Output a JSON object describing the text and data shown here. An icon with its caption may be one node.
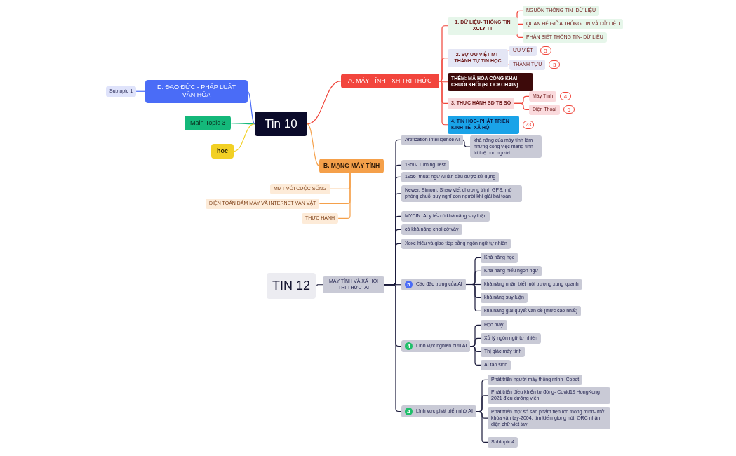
{
  "diagram": {
    "nodes": [
      {
        "text": [
          "Tin 10"
        ]
      },
      {
        "text": [
          "A. MÁY TÍNH - XH TRI THỨC"
        ]
      },
      {
        "text": [
          "1. DỮ LIỆU- THÔNG TIN XULY TT"
        ]
      },
      {
        "text": [
          "NGUỒN THÔNG TIN- DỮ LIỆU"
        ]
      },
      {
        "text": [
          "QUAN HỆ GIỮA THÔNG TIN VÀ DỮ LIỆU"
        ]
      },
      {
        "text": [
          "PHÂN BIỆT THÔNG TIN- DỮ LIỆU"
        ]
      },
      {
        "text": [
          "2. SỰ ƯU VIỆT MT- THÀNH TỰ TIN HỌC"
        ]
      },
      {
        "text": [
          "ƯU VIỆT"
        ],
        "beside": [
          "3"
        ]
      },
      {
        "text": [
          "THÀNH TỰU"
        ],
        "beside": [
          "3"
        ]
      },
      {
        "text": [
          "THÊM: MÃ HÓA CÔNG KHAI- CHUỖI KHỐI (BLOCKCHAIN)"
        ]
      },
      {
        "text": [
          "3. THỰC HÀNH SD TB SỐ"
        ]
      },
      {
        "text": [
          "Máy Tính"
        ],
        "beside": [
          "4"
        ]
      },
      {
        "text": [
          "Điện Thoại"
        ],
        "beside": [
          "6"
        ]
      },
      {
        "text": [
          "4. TIN HỌC- PHÁT TRIỂN KINH TẾ- XÃ HỘI"
        ],
        "beside": [
          "23"
        ]
      },
      {
        "text": [
          "B. MẠNG MÁY TÍNH"
        ]
      },
      {
        "text": [
          "MMT VỚI CUỘC SỐNG"
        ]
      },
      {
        "text": [
          "ĐIỆN TOÁN ĐÁM MÂY VÀ INTERNET VẠN VẬT"
        ]
      },
      {
        "text": [
          "THỰC HÀNH"
        ]
      },
      {
        "text": [
          "Main Topic 3"
        ]
      },
      {
        "text": [
          "hoc"
        ]
      },
      {
        "text": [
          "D. ĐẠO ĐỨC - PHÁP LUẬT VĂN HÓA"
        ]
      },
      {
        "text": [
          "Subtopic 1"
        ]
      },
      {
        "text": [
          "TIN 12"
        ]
      },
      {
        "text": [
          "MÁY TÍNH VÀ XÃ HỘI TRI THỨC- AI"
        ]
      },
      {
        "text": [
          "Artification Intelligence AI"
        ]
      },
      {
        "text": [
          "khả năng của máy tính làm những công việc mang tính trí tuệ con người"
        ]
      },
      {
        "text": [
          "1950- Turning Test"
        ]
      },
      {
        "text": [
          "1956- thuật ngữ AI lần đầu được sử dụng"
        ]
      },
      {
        "text": [
          "Newer, Simom, Shaw viết chương trình GPS, mô phỏng chuỗi suy nghĩ con người khi giải bài toán"
        ]
      },
      {
        "text": [
          "MYCIN: AI y tế- có khả năng suy luận"
        ]
      },
      {
        "text": [
          "có khả năng chơi cờ vây"
        ]
      },
      {
        "text": [
          "Xoxe hiểu và giao tiếp bằng ngôn ngữ tự nhiên"
        ]
      },
      {
        "text": [
          "5",
          "Các đặc trưng của AI"
        ]
      },
      {
        "text": [
          "Khả năng học"
        ]
      },
      {
        "text": [
          "Khả năng hiểu ngôn ngữ"
        ]
      },
      {
        "text": [
          "khả năng nhận biết môi trường xung quanh"
        ]
      },
      {
        "text": [
          "khả năng suy luận"
        ]
      },
      {
        "text": [
          "khả năng giải quyết vấn đề (mức cao nhất)"
        ]
      },
      {
        "text": [
          "4",
          "Lĩnh vực nghiên cứu AI"
        ]
      },
      {
        "text": [
          "Học máy"
        ]
      },
      {
        "text": [
          "Xử lý ngôn ngữ tự nhiên"
        ]
      },
      {
        "text": [
          "Thị giác máy tính"
        ]
      },
      {
        "text": [
          "AI tạo sinh"
        ]
      },
      {
        "text": [
          "4",
          "Lĩnh vực phát triển nhờ AI"
        ]
      },
      {
        "text": [
          "Phát triển người máy thông minh- Cobot"
        ]
      },
      {
        "text": [
          "Phát triển điều khiển tự động- Covid19 HongKong 2021 điều dưỡng viên"
        ]
      },
      {
        "text": [
          "Phát triển một số sản phẩm tiện ích thông minh- mở khóa vân tay-2004, tìm kiếm giọng nói, ORC nhận diện chữ viết tay"
        ]
      },
      {
        "text": [
          "Subtopic 4"
        ]
      }
    ],
    "edges": [
      {
        "from": 0,
        "to": 1,
        "arrow": "none",
        "color": "#f0453a"
      },
      {
        "from": 1,
        "to": 2,
        "arrow": "none",
        "color": "#f0453a"
      },
      {
        "from": 2,
        "to": 3,
        "arrow": "none",
        "color": "#f0453a"
      },
      {
        "from": 2,
        "to": 4,
        "arrow": "none",
        "color": "#f0453a"
      },
      {
        "from": 2,
        "to": 5,
        "arrow": "none",
        "color": "#f0453a"
      },
      {
        "from": 1,
        "to": 6,
        "arrow": "none",
        "color": "#f0453a"
      },
      {
        "from": 6,
        "to": 7,
        "arrow": "none",
        "color": "#f0453a"
      },
      {
        "from": 6,
        "to": 8,
        "arrow": "none",
        "color": "#f0453a"
      },
      {
        "from": 1,
        "to": 9,
        "arrow": "none",
        "color": "#f0453a"
      },
      {
        "from": 1,
        "to": 10,
        "arrow": "none",
        "color": "#f0453a"
      },
      {
        "from": 10,
        "to": 11,
        "arrow": "none",
        "color": "#f0453a"
      },
      {
        "from": 10,
        "to": 12,
        "arrow": "none",
        "color": "#f0453a"
      },
      {
        "from": 1,
        "to": 13,
        "arrow": "none",
        "color": "#f0453a"
      },
      {
        "from": 0,
        "to": 14,
        "arrow": "none",
        "color": "#f5a04a"
      },
      {
        "from": 14,
        "to": 15,
        "arrow": "none",
        "color": "#f5a04a"
      },
      {
        "from": 14,
        "to": 16,
        "arrow": "none",
        "color": "#f5a04a"
      },
      {
        "from": 14,
        "to": 17,
        "arrow": "none",
        "color": "#f5a04a"
      },
      {
        "from": 0,
        "to": 18,
        "arrow": "none",
        "color": "#14b87a"
      },
      {
        "from": 0,
        "to": 19,
        "arrow": "none",
        "color": "#f2d024"
      },
      {
        "from": 0,
        "to": 20,
        "arrow": "none",
        "color": "#4a6cf7"
      },
      {
        "from": 20,
        "to": 21,
        "arrow": "none",
        "color": "#4a6cf7"
      },
      {
        "from": 22,
        "to": 23,
        "arrow": "none"
      },
      {
        "from": 23,
        "to": 24,
        "arrow": "none"
      },
      {
        "from": 24,
        "to": 25,
        "arrow": "none"
      },
      {
        "from": 23,
        "to": 26,
        "arrow": "none"
      },
      {
        "from": 23,
        "to": 27,
        "arrow": "none"
      },
      {
        "from": 23,
        "to": 28,
        "arrow": "none"
      },
      {
        "from": 23,
        "to": 29,
        "arrow": "none"
      },
      {
        "from": 23,
        "to": 30,
        "arrow": "none"
      },
      {
        "from": 23,
        "to": 31,
        "arrow": "none"
      },
      {
        "from": 23,
        "to": 32,
        "arrow": "none"
      },
      {
        "from": 32,
        "to": 33,
        "arrow": "none"
      },
      {
        "from": 32,
        "to": 34,
        "arrow": "none"
      },
      {
        "from": 32,
        "to": 35,
        "arrow": "none"
      },
      {
        "from": 32,
        "to": 36,
        "arrow": "none"
      },
      {
        "from": 32,
        "to": 37,
        "arrow": "none"
      },
      {
        "from": 23,
        "to": 38,
        "arrow": "none"
      },
      {
        "from": 38,
        "to": 39,
        "arrow": "none"
      },
      {
        "from": 38,
        "to": 40,
        "arrow": "none"
      },
      {
        "from": 38,
        "to": 41,
        "arrow": "none"
      },
      {
        "from": 38,
        "to": 42,
        "arrow": "none"
      },
      {
        "from": 23,
        "to": 43,
        "arrow": "none"
      },
      {
        "from": 43,
        "to": 44,
        "arrow": "none"
      },
      {
        "from": 43,
        "to": 45,
        "arrow": "none"
      },
      {
        "from": 43,
        "to": 46,
        "arrow": "none"
      },
      {
        "from": 43,
        "to": 47,
        "arrow": "none"
      }
    ]
  }
}
